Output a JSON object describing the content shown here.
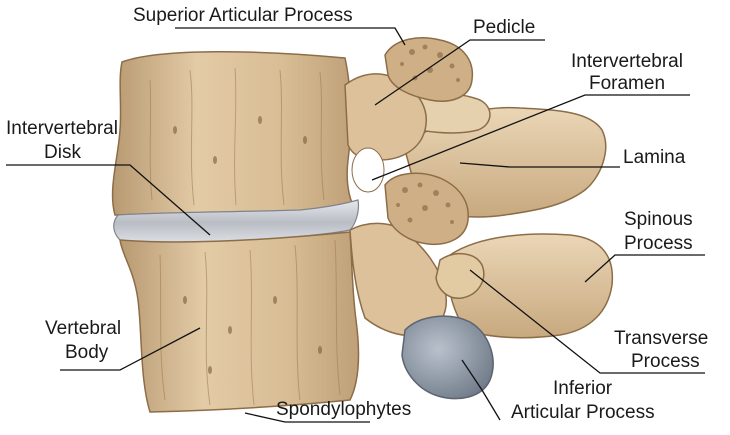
{
  "labels": {
    "superior_articular_process": "Superior Articular Process",
    "pedicle": "Pedicle",
    "intervertebral_foramen_line1": "Intervertebral",
    "intervertebral_foramen_line2": "Foramen",
    "intervertebral_disk_line1": "Intervertebral",
    "intervertebral_disk_line2": "Disk",
    "lamina": "Lamina",
    "spinous_process_line1": "Spinous",
    "spinous_process_line2": "Process",
    "vertebral_body_line1": "Vertebral",
    "vertebral_body_line2": "Body",
    "transverse_process_line1": "Transverse",
    "transverse_process_line2": "Process",
    "inferior_articular_process_line1": "Inferior",
    "inferior_articular_process_line2": "Articular Process",
    "spondylophytes": "Spondylophytes"
  },
  "colors": {
    "bone": "#dcc19a",
    "bone_shadow": "#a8875f",
    "bone_dark": "#6e5334",
    "disk": "#c9ccd1",
    "leader_line": "#111111"
  }
}
